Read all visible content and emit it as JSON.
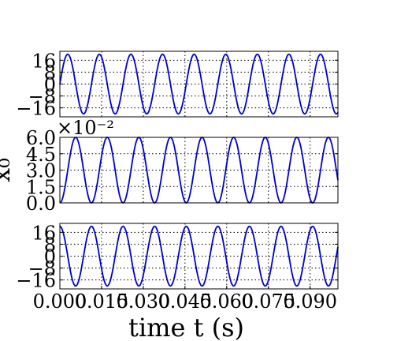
{
  "chart_data": [
    {
      "type": "line",
      "panel": "top",
      "x_range": [
        0.0,
        0.1
      ],
      "ylim": [
        -22,
        22
      ],
      "yticks": [
        -16,
        -8,
        0,
        8,
        16
      ],
      "ytick_labels": [
        "−16",
        "−8",
        "0",
        "8",
        "16"
      ],
      "grid": true,
      "series": [
        {
          "color": "#0000cc",
          "frequency_hz": 88,
          "amplitude": 20,
          "offset": 0,
          "phase_rad": 0,
          "shape": "sine"
        }
      ]
    },
    {
      "type": "line",
      "panel": "middle",
      "x_range": [
        0.0,
        0.1
      ],
      "ylim": [
        0.0,
        0.06
      ],
      "yticks": [
        0.0,
        0.015,
        0.03,
        0.045,
        0.06
      ],
      "ytick_labels": [
        "0.0",
        "1.5",
        "3.0",
        "4.5",
        "6.0"
      ],
      "y_multiplier_label": "×10⁻²",
      "ylabel": "x₀",
      "grid": true,
      "series": [
        {
          "color": "#0000cc",
          "frequency_hz": 88,
          "amplitude": 0.03,
          "offset": 0.03,
          "phase_rad": -1.5708,
          "shape": "sine"
        }
      ]
    },
    {
      "type": "line",
      "panel": "bottom",
      "x_range": [
        0.0,
        0.1
      ],
      "ylim": [
        -22,
        22
      ],
      "yticks": [
        -16,
        -8,
        0,
        8,
        16
      ],
      "ytick_labels": [
        "−16",
        "−8",
        "0",
        "8",
        "16"
      ],
      "xticks": [
        0.0,
        0.015,
        0.03,
        0.045,
        0.06,
        0.075,
        0.09
      ],
      "xtick_labels": [
        "0.000",
        "0.015",
        "0.030",
        "0.045",
        "0.060",
        "0.075",
        "0.090"
      ],
      "xlabel": "time t (s)",
      "grid": true,
      "series": [
        {
          "color": "#0000cc",
          "frequency_hz": 88,
          "amplitude": 20,
          "offset": 0,
          "phase_rad": 1.5708,
          "shape": "sine"
        }
      ]
    }
  ]
}
